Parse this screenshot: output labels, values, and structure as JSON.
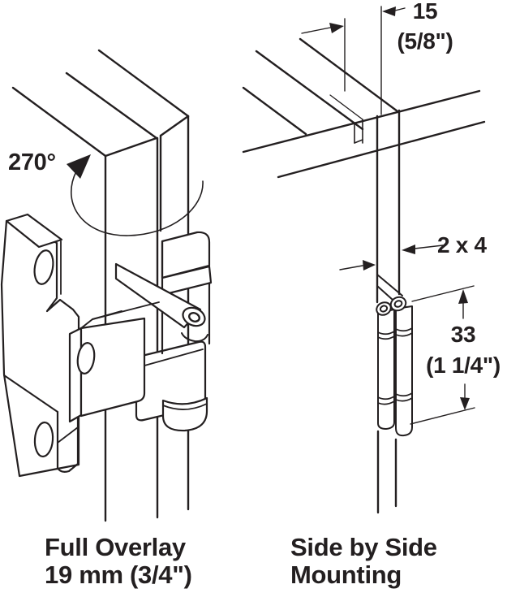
{
  "figure": {
    "background": "#ffffff",
    "line_color": "#231f20",
    "text_color": "#231f20"
  },
  "left_diagram": {
    "rotation_label": "270°",
    "caption_line1": "Full Overlay",
    "caption_line2": "19 mm (3/4\")"
  },
  "right_diagram": {
    "dim_gap_value": "15",
    "dim_gap_alt": "(5/8\")",
    "dim_thickness": "2 x 4",
    "dim_height_value": "33",
    "dim_height_alt": "(1 1/4\")",
    "caption_line1": "Side by Side",
    "caption_line2": "Mounting"
  }
}
